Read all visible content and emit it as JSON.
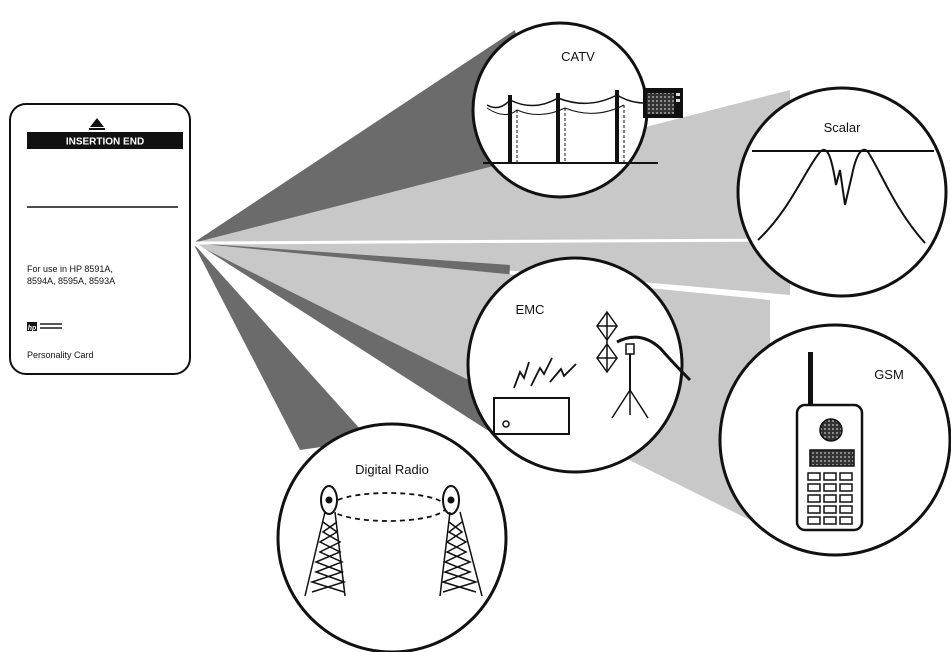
{
  "card": {
    "band_label": "INSERTION END",
    "usage_line1": "For use in HP 8591A,",
    "usage_line2": "8594A, 8595A, 8593A",
    "caption": "Personality Card",
    "logo": "hp"
  },
  "applications": [
    {
      "label": "CATV"
    },
    {
      "label": "Scalar"
    },
    {
      "label": "EMC"
    },
    {
      "label": "GSM"
    },
    {
      "label": "Digital Radio"
    }
  ],
  "colors": {
    "beam_dark": "#6b6b6b",
    "beam_light": "#c8c8c8",
    "ink": "#111111"
  }
}
